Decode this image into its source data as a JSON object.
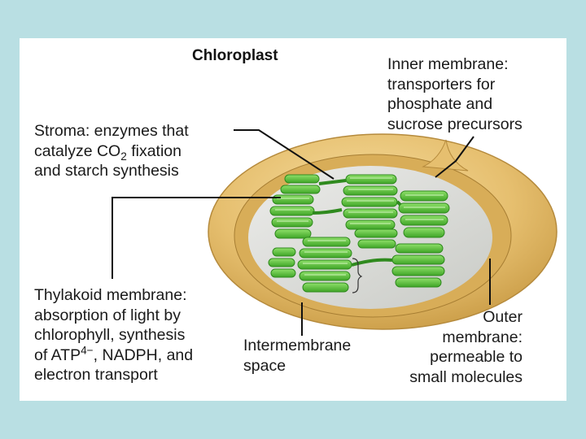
{
  "diagram": {
    "title": "Chloroplast",
    "labels": {
      "stroma": {
        "line1": "Stroma: enzymes that",
        "line2_pre": "catalyze CO",
        "line2_sub": "2",
        "line2_post": " fixation",
        "line3": "and starch synthesis"
      },
      "inner": {
        "line1": "Inner membrane:",
        "line2": "transporters for",
        "line3": "phosphate and",
        "line4": "sucrose precursors"
      },
      "thylakoid": {
        "line1": "Thylakoid membrane:",
        "line2": "absorption of light by",
        "line3": "chlorophyll, synthesis",
        "line4_pre": "of ATP",
        "line4_sup": "4−",
        "line4_post": ", NADPH, and",
        "line5": "electron transport"
      },
      "intermembrane": {
        "line1": "Intermembrane",
        "line2": "space"
      },
      "outer": {
        "line1": "Outer",
        "line2": "membrane:",
        "line3": "permeable to",
        "line4": "small molecules"
      }
    },
    "colors": {
      "background": "#b9dfe3",
      "outer_membrane": "#e6bf6f",
      "inner_space": "#d9d9d3",
      "thylakoid_green": "#59c23c",
      "leader_line": "#111111"
    }
  }
}
